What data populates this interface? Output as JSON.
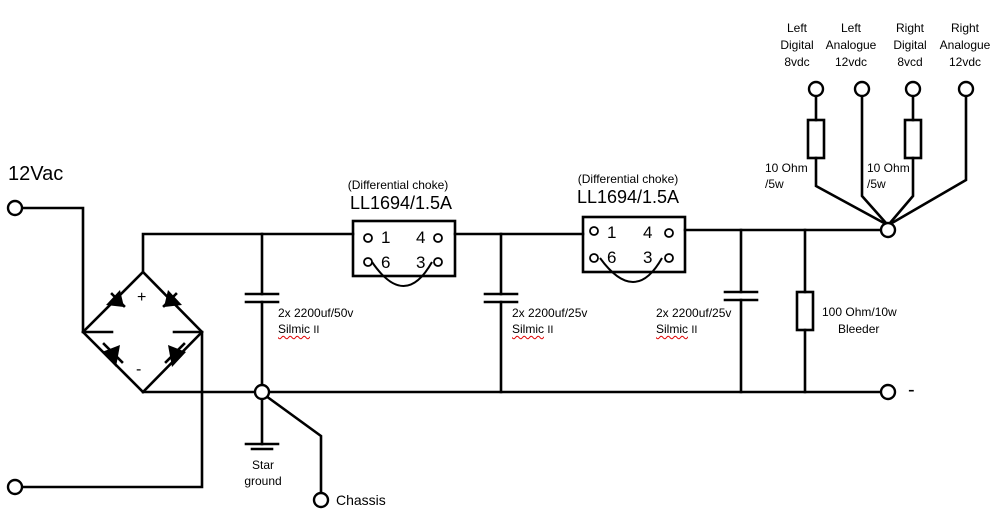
{
  "input": {
    "label": "12Vac"
  },
  "rectifier": {
    "plus": "+",
    "minus": "-"
  },
  "caps": [
    {
      "value": "2x 2200uf/50v",
      "brand": "Silmic",
      "series": "II"
    },
    {
      "value": "2x 2200uf/25v",
      "brand": "Silmic",
      "series": "II"
    },
    {
      "value": "2x 2200uf/25v",
      "brand": "Silmic",
      "series": "II"
    }
  ],
  "chokes": [
    {
      "type": "(Differential choke)",
      "part": "LL1694/1.5A",
      "pins": [
        "1",
        "4",
        "6",
        "3"
      ]
    },
    {
      "type": "(Differential choke)",
      "part": "LL1694/1.5A",
      "pins": [
        "1",
        "4",
        "6",
        "3"
      ]
    }
  ],
  "bleeder": {
    "line1": "100 Ohm/10w",
    "line2": "Bleeder"
  },
  "series_resistors": [
    {
      "line1": "10 Ohm",
      "line2": "/5w"
    },
    {
      "line1": "10 Ohm",
      "line2": "/5w"
    }
  ],
  "outputs": [
    {
      "l1": "Left",
      "l2": "Digital",
      "l3": "8vdc"
    },
    {
      "l1": "Left",
      "l2": "Analogue",
      "l3": "12vdc"
    },
    {
      "l1": "Right",
      "l2": "Digital",
      "l3": "8vcd"
    },
    {
      "l1": "Right",
      "l2": "Analogue",
      "l3": "12vdc"
    }
  ],
  "ground": {
    "minus": "-",
    "star_line1": "Star",
    "star_line2": "ground",
    "chassis": "Chassis"
  }
}
